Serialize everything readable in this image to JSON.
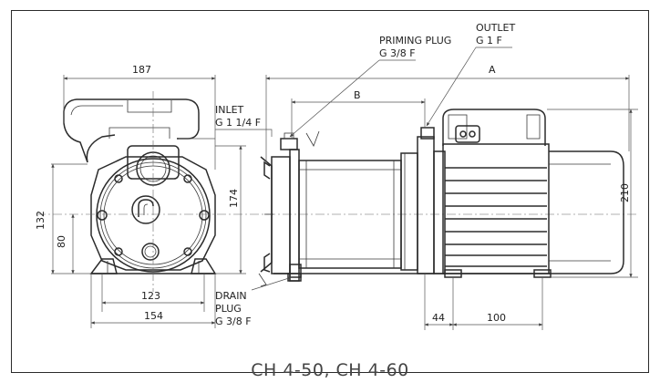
{
  "labels": {
    "dim_187": "187",
    "dim_132": "132",
    "dim_80": "80",
    "dim_174": "174",
    "dim_123": "123",
    "dim_154": "154",
    "dim_A": "A",
    "dim_B": "B",
    "dim_210": "210",
    "dim_44": "44",
    "dim_100": "100",
    "inlet_line1": "INLET",
    "inlet_line2": "G 1 1/4 F",
    "priming_line1": "PRIMING PLUG",
    "priming_line2": "G 3/8 F",
    "outlet_line1": "OUTLET",
    "outlet_line2": "G 1 F",
    "drain_line1": "DRAIN",
    "drain_line2": "PLUG",
    "drain_line3": "G 3/8 F"
  },
  "caption": "CH 4-50, CH 4-60"
}
